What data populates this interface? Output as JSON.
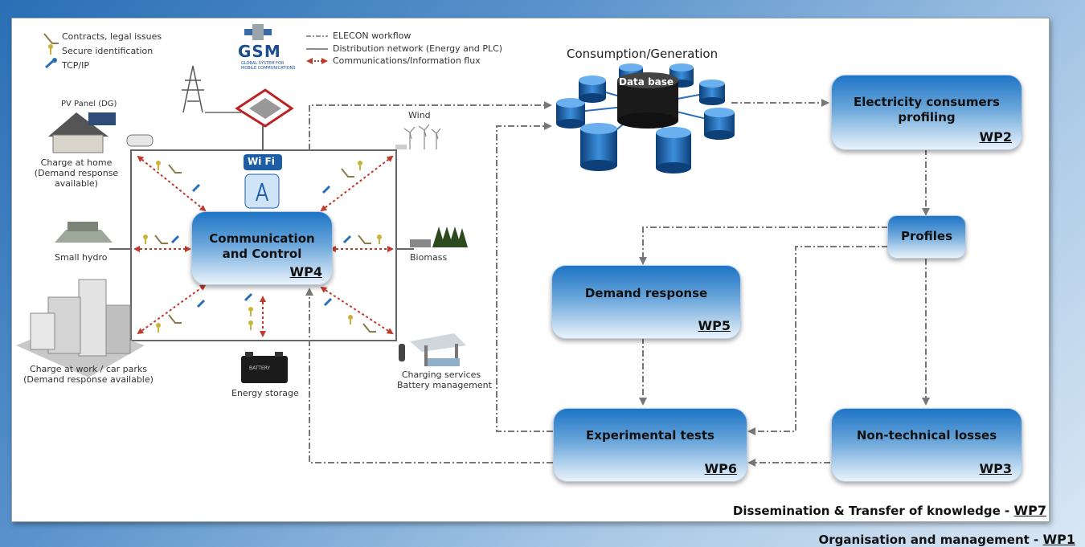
{
  "legend": {
    "contracts": "Contracts, legal issues",
    "secure_id": "Secure identification",
    "tcpip": "TCP/IP",
    "workflow": "ELECON workflow",
    "distribution": "Distribution network (Energy and PLC)",
    "comms": "Communications/Information flux"
  },
  "gsm": {
    "logo": "GSM",
    "sub1": "GLOBAL SYSTEM FOR",
    "sub2": "MOBILE COMMUNICATIONS"
  },
  "labels": {
    "pv_panel": "PV Panel (DG)",
    "charge_home_1": "Charge at home",
    "charge_home_2": "(Demand response",
    "charge_home_3": "available)",
    "small_hydro": "Small hydro",
    "charge_work_1": "Charge at work / car parks",
    "charge_work_2": "(Demand response available)",
    "energy_storage": "Energy storage",
    "battery_text": "BATTERY",
    "charging_1": "Charging services",
    "charging_2": "Battery management",
    "biomass": "Biomass",
    "wind": "Wind",
    "consumption": "Consumption/Generation",
    "database": "Data base",
    "wifi": "Wi Fi"
  },
  "boxes": {
    "comm": {
      "title1": "Communication",
      "title2": "and Control",
      "wp": "WP4"
    },
    "profiling": {
      "title1": "Electricity consumers",
      "title2": "profiling",
      "wp": "WP2"
    },
    "profiles": {
      "title": "Profiles"
    },
    "demand": {
      "title": "Demand response",
      "wp": "WP5"
    },
    "experimental": {
      "title": "Experimental tests",
      "wp": "WP6"
    },
    "losses": {
      "title": "Non-technical losses",
      "wp": "WP3"
    }
  },
  "footer": {
    "dissemination": "Dissemination & Transfer of knowledge - ",
    "wp7": "WP7",
    "organisation": "Organisation and management - ",
    "wp1": "WP1"
  },
  "colors": {
    "box_top": "#1e74c6",
    "comm_arrow": "#c0392b",
    "workflow_line": "#777777",
    "frame_blue": "#2a6fb5"
  }
}
